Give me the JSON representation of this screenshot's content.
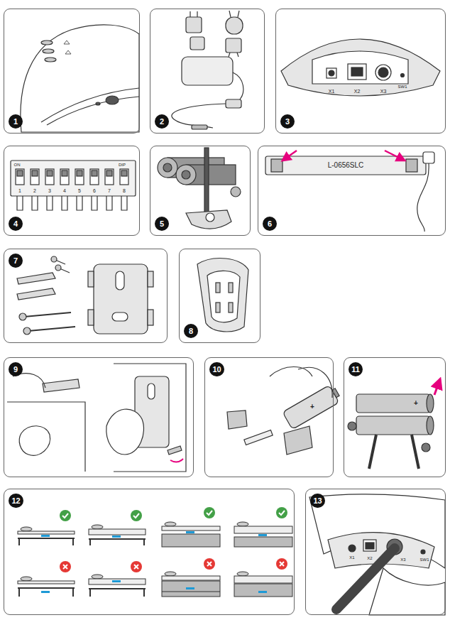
{
  "diagram": {
    "nodes": [
      {
        "text": [
          "1"
        ]
      },
      {
        "text": [
          "2"
        ]
      },
      {
        "text": [
          "3"
        ]
      },
      {
        "text": [
          "4"
        ]
      },
      {
        "text": [
          "5"
        ]
      },
      {
        "text": [
          "6"
        ]
      },
      {
        "text": [
          "7"
        ]
      },
      {
        "text": [
          "8"
        ]
      },
      {
        "text": [
          "9"
        ]
      },
      {
        "text": [
          "10"
        ]
      },
      {
        "text": [
          "11"
        ]
      },
      {
        "text": [
          "12"
        ]
      },
      {
        "text": [
          "13"
        ]
      }
    ],
    "labels": [
      "X1",
      "X2",
      "X3",
      "SW1",
      "ON",
      "DIP",
      "1",
      "2",
      "3",
      "4",
      "5",
      "6",
      "7",
      "8",
      "L-0656SLC",
      "+",
      "+",
      "X1",
      "X2",
      "X3",
      "SW1"
    ]
  }
}
